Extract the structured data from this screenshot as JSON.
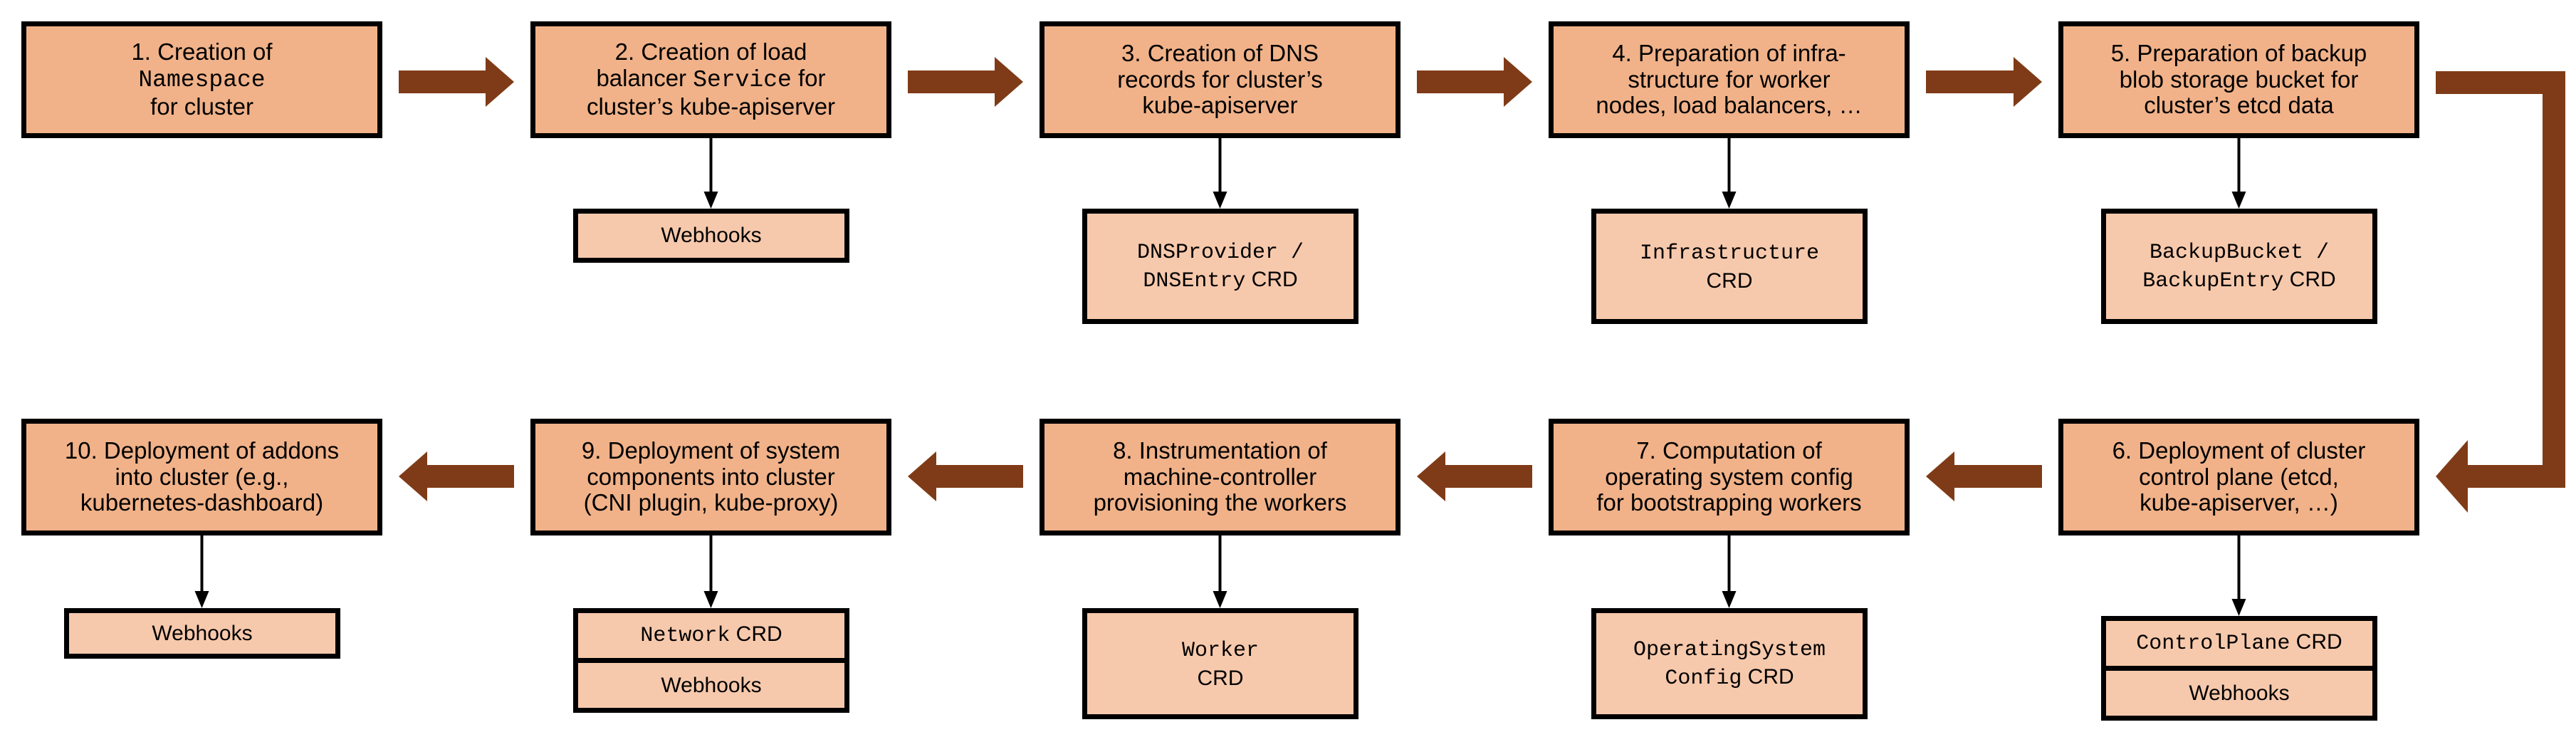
{
  "colors": {
    "step_box": "#f1b289",
    "component_box": "#f7c9ac",
    "flow_arrow": "#7f3b17",
    "border": "#000000"
  },
  "steps": [
    {
      "lines": [
        [
          {
            "t": "1. Creation of"
          }
        ],
        [
          {
            "t": "Namespace",
            "mono": true
          }
        ],
        [
          {
            "t": "for cluster"
          }
        ]
      ],
      "components": []
    },
    {
      "lines": [
        [
          {
            "t": "2. Creation of load"
          }
        ],
        [
          {
            "t": "balancer "
          },
          {
            "t": "Service",
            "mono": true
          },
          {
            "t": " for"
          }
        ],
        [
          {
            "t": "cluster’s kube-apiserver"
          }
        ]
      ],
      "components": [
        [
          [
            {
              "t": "Webhooks"
            }
          ]
        ]
      ]
    },
    {
      "lines": [
        [
          {
            "t": "3. Creation of DNS"
          }
        ],
        [
          {
            "t": "records for cluster’s"
          }
        ],
        [
          {
            "t": "kube-apiserver"
          }
        ]
      ],
      "components": [
        [
          [
            {
              "t": "DNSProvider /",
              "mono": true
            }
          ],
          [
            {
              "t": "DNSEntry",
              "mono": true
            },
            {
              "t": " CRD"
            }
          ]
        ]
      ]
    },
    {
      "lines": [
        [
          {
            "t": "4. Preparation of infra-"
          }
        ],
        [
          {
            "t": "structure for worker"
          }
        ],
        [
          {
            "t": "nodes, load balancers, …"
          }
        ]
      ],
      "components": [
        [
          [
            {
              "t": "Infrastructure",
              "mono": true
            }
          ],
          [
            {
              "t": "CRD"
            }
          ]
        ]
      ]
    },
    {
      "lines": [
        [
          {
            "t": "5. Preparation of backup"
          }
        ],
        [
          {
            "t": "blob storage bucket for"
          }
        ],
        [
          {
            "t": "cluster’s etcd data"
          }
        ]
      ],
      "components": [
        [
          [
            {
              "t": "BackupBucket /",
              "mono": true
            }
          ],
          [
            {
              "t": "BackupEntry",
              "mono": true
            },
            {
              "t": " CRD"
            }
          ]
        ]
      ]
    },
    {
      "lines": [
        [
          {
            "t": "6. Deployment of cluster"
          }
        ],
        [
          {
            "t": "control plane (etcd,"
          }
        ],
        [
          {
            "t": "kube-apiserver, …)"
          }
        ]
      ],
      "components": [
        [
          [
            {
              "t": "ControlPlane",
              "mono": true
            },
            {
              "t": " CRD"
            }
          ]
        ],
        [
          [
            {
              "t": "Webhooks"
            }
          ]
        ]
      ]
    },
    {
      "lines": [
        [
          {
            "t": "7. Computation of"
          }
        ],
        [
          {
            "t": "operating system config"
          }
        ],
        [
          {
            "t": "for bootstrapping workers"
          }
        ]
      ],
      "components": [
        [
          [
            {
              "t": "OperatingSystem",
              "mono": true
            }
          ],
          [
            {
              "t": "Config",
              "mono": true
            },
            {
              "t": " CRD"
            }
          ]
        ]
      ]
    },
    {
      "lines": [
        [
          {
            "t": "8. Instrumentation of"
          }
        ],
        [
          {
            "t": "machine-controller"
          }
        ],
        [
          {
            "t": "provisioning the workers"
          }
        ]
      ],
      "components": [
        [
          [
            {
              "t": "Worker",
              "mono": true
            }
          ],
          [
            {
              "t": "CRD"
            }
          ]
        ]
      ]
    },
    {
      "lines": [
        [
          {
            "t": "9. Deployment of system"
          }
        ],
        [
          {
            "t": "components into cluster"
          }
        ],
        [
          {
            "t": "(CNI plugin, kube-proxy)"
          }
        ]
      ],
      "components": [
        [
          [
            {
              "t": "Network",
              "mono": true
            },
            {
              "t": " CRD"
            }
          ]
        ],
        [
          [
            {
              "t": "Webhooks"
            }
          ]
        ]
      ]
    },
    {
      "lines": [
        [
          {
            "t": "10. Deployment of addons"
          }
        ],
        [
          {
            "t": "into cluster (e.g.,"
          }
        ],
        [
          {
            "t": "kubernetes-dashboard)"
          }
        ]
      ],
      "components": [
        [
          [
            {
              "t": "Webhooks"
            }
          ]
        ]
      ]
    }
  ]
}
